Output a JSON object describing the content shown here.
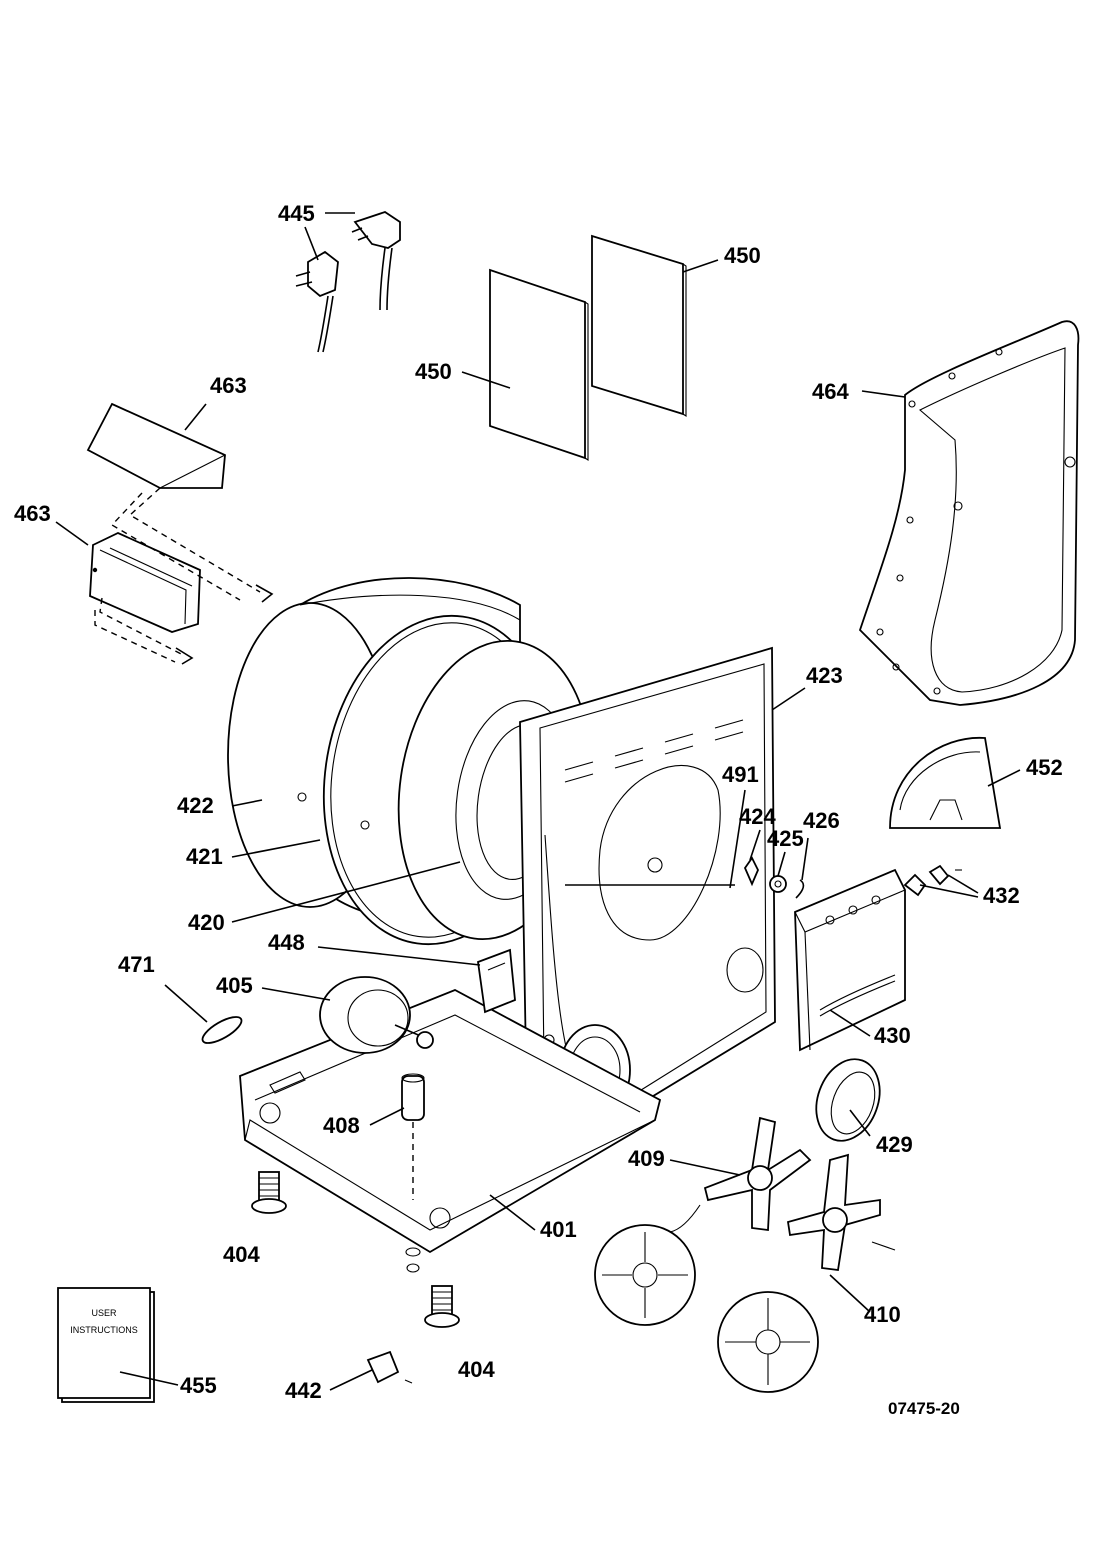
{
  "labels": {
    "l445": "445",
    "l450a": "450",
    "l450b": "450",
    "l463a": "463",
    "l463b": "463",
    "l464": "464",
    "l423": "423",
    "l452": "452",
    "l491": "491",
    "l424": "424",
    "l425": "425",
    "l426": "426",
    "l432": "432",
    "l422": "422",
    "l421": "421",
    "l420": "420",
    "l448": "448",
    "l471": "471",
    "l405": "405",
    "l430": "430",
    "l429": "429",
    "l408": "408",
    "l409": "409",
    "l401": "401",
    "l404a": "404",
    "l404b": "404",
    "l410": "410",
    "l455": "455",
    "l442": "442"
  },
  "manual": {
    "line1": "USER",
    "line2": "INSTRUCTIONS"
  },
  "figure_code": "07475-20"
}
